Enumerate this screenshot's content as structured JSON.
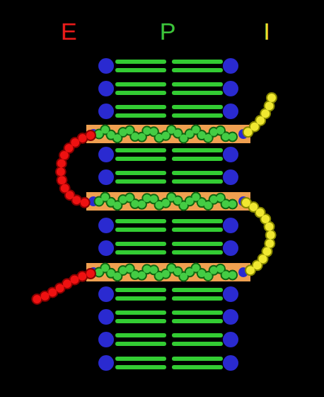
{
  "diagram": {
    "labels": [
      "E",
      "P",
      "I"
    ]
  }
}
